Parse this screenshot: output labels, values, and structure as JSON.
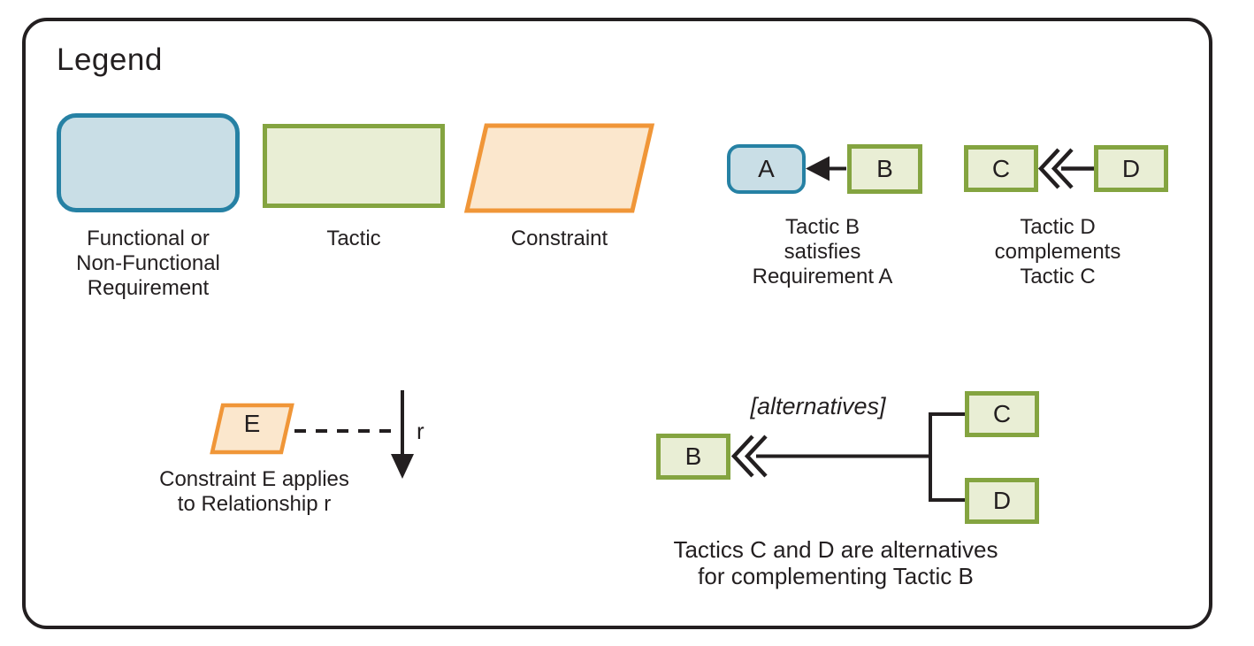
{
  "legend": {
    "title": "Legend",
    "colors": {
      "requirement_fill": "#c9dee6",
      "requirement_border": "#2681a4",
      "tactic_fill": "#e9eed5",
      "tactic_border": "#84a440",
      "constraint_fill": "#fbe7cd",
      "constraint_border": "#f09638",
      "line_color": "#231f20",
      "frame_border": "#231f20"
    },
    "shapes": {
      "requirement": {
        "label": "Functional or\nNon-Functional\nRequirement"
      },
      "tactic": {
        "label": "Tactic"
      },
      "constraint": {
        "label": "Constraint"
      }
    },
    "satisfies": {
      "node_a": "A",
      "node_b": "B",
      "caption": "Tactic B\nsatisfies\nRequirement A"
    },
    "complements": {
      "node_c": "C",
      "node_d": "D",
      "caption": "Tactic D\ncomplements\nTactic C"
    },
    "constraint_applies": {
      "node_e": "E",
      "relationship_label": "r",
      "caption": "Constraint E applies\nto Relationship r"
    },
    "alternatives": {
      "guard": "[alternatives]",
      "node_b": "B",
      "node_c": "C",
      "node_d": "D",
      "caption": "Tactics C and D are alternatives\nfor complementing Tactic B"
    }
  }
}
